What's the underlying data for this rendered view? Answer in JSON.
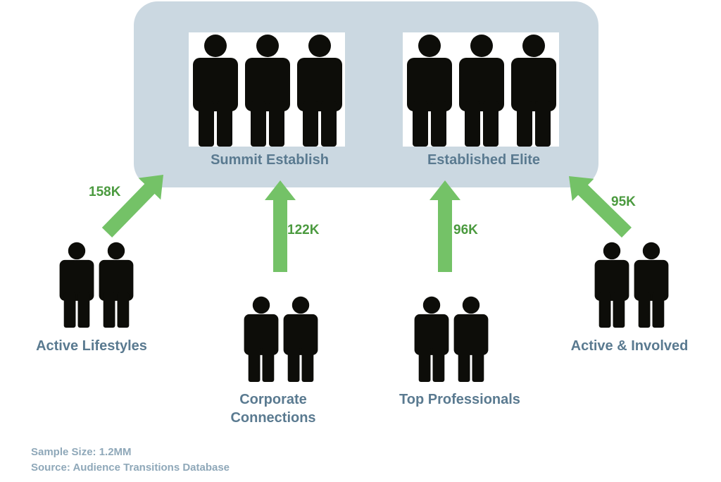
{
  "colors": {
    "panel": "#cbd8e1",
    "figure": "#0d0d09",
    "arrow": "#74c267",
    "value_text": "#4b9a3f",
    "label_text": "#5a7a90",
    "note_text": "#8fa8b9"
  },
  "icons": {
    "person": "person-icon"
  },
  "destinations": [
    {
      "label": "Summit Establish"
    },
    {
      "label": "Established Elite"
    }
  ],
  "flows": [
    {
      "source": "Active Lifestyles",
      "value": "158K"
    },
    {
      "source": "Corporate\nConnections",
      "value": "122K"
    },
    {
      "source": "Top Professionals",
      "value": "96K"
    },
    {
      "source": "Active & Involved",
      "value": "95K"
    }
  ],
  "footnotes": {
    "sample_size": "Sample Size: 1.2MM",
    "source": "Source: Audience Transitions Database"
  }
}
